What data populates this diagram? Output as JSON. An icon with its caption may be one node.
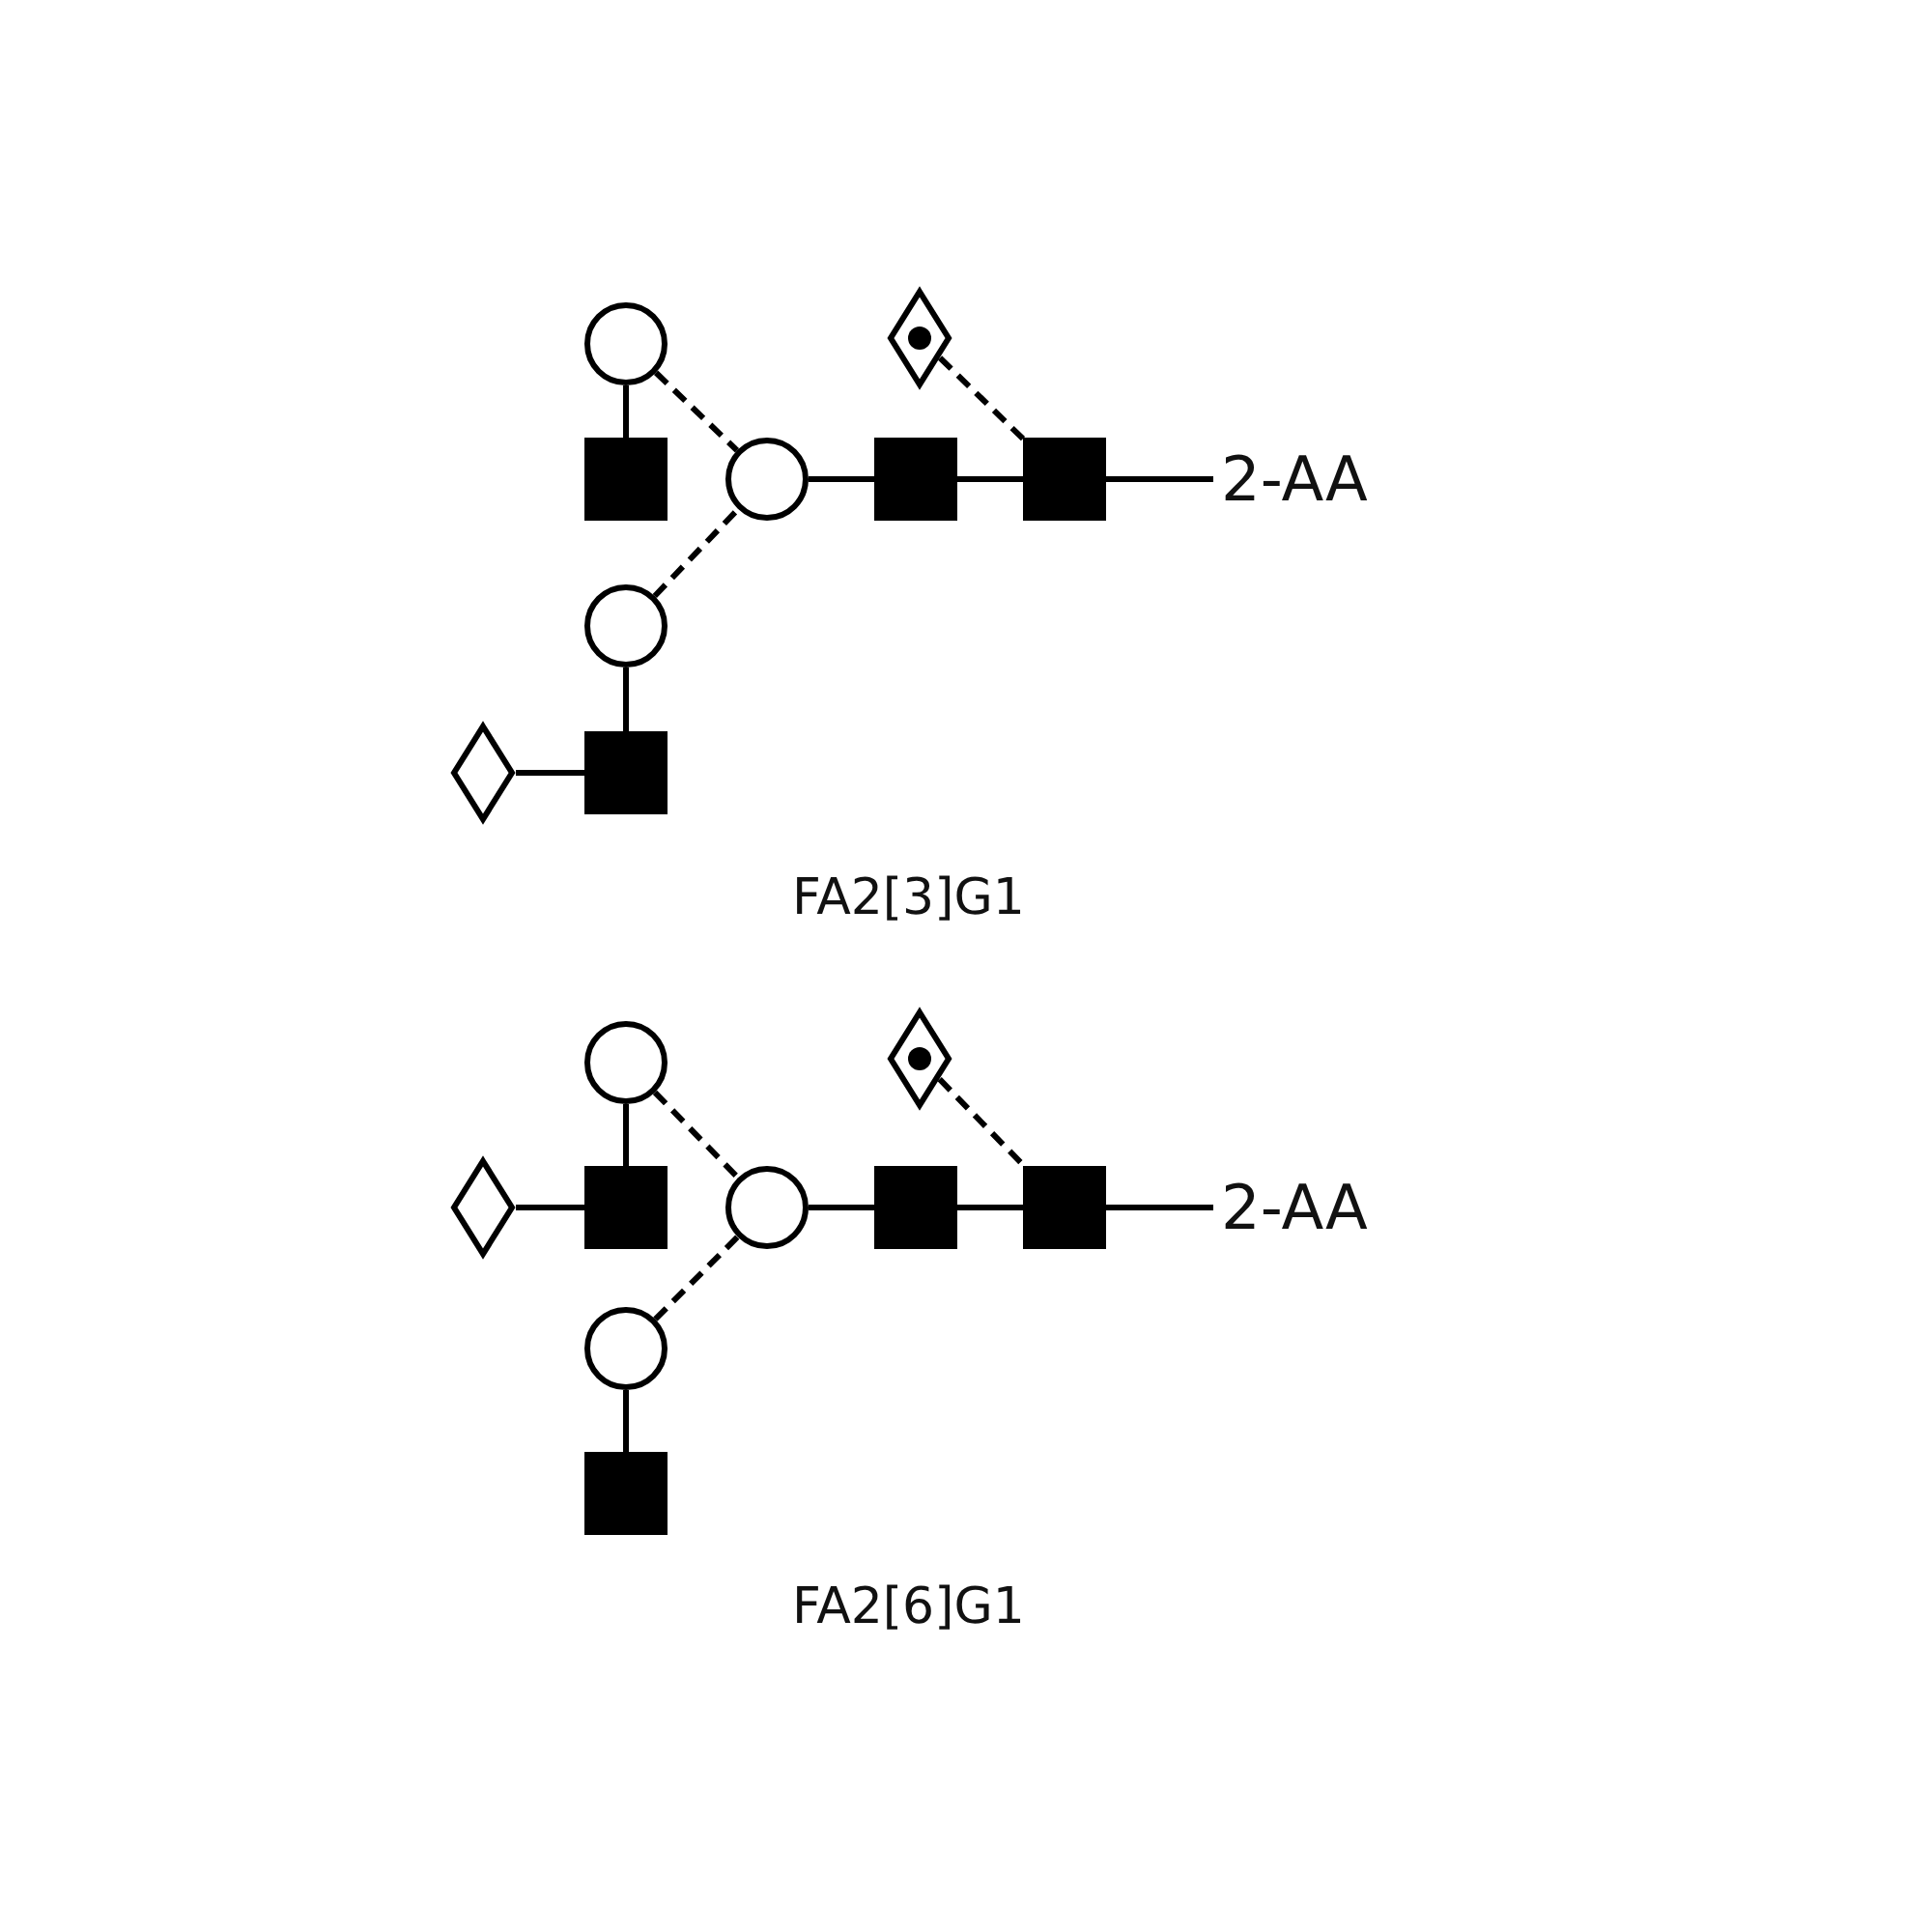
{
  "diagram": {
    "nodes": [
      {
        "text": [],
        "shape": "circle"
      },
      {
        "text": [],
        "shape": "diamond"
      },
      {
        "text": [],
        "shape": "box"
      },
      {
        "text": [],
        "shape": "circle"
      },
      {
        "text": [],
        "shape": "box"
      },
      {
        "text": [],
        "shape": "box"
      },
      {
        "text": [
          "2-AA"
        ]
      },
      {
        "text": [],
        "shape": "circle"
      },
      {
        "text": [],
        "shape": "diamond"
      },
      {
        "text": [],
        "shape": "box"
      },
      {
        "text": [],
        "shape": "circle"
      },
      {
        "text": [],
        "shape": "diamond"
      },
      {
        "text": [],
        "shape": "diamond"
      },
      {
        "text": [],
        "shape": "box"
      },
      {
        "text": [],
        "shape": "circle"
      },
      {
        "text": [],
        "shape": "box"
      },
      {
        "text": [],
        "shape": "box"
      },
      {
        "text": [
          "2-AA"
        ]
      },
      {
        "text": [],
        "shape": "circle"
      },
      {
        "text": [],
        "shape": "box"
      }
    ],
    "edges": [
      {
        "from": 0,
        "to": 2,
        "arrow": "none"
      },
      {
        "from": 0,
        "to": 3,
        "arrow": "none",
        "style": "dashed"
      },
      {
        "from": 1,
        "to": 5,
        "arrow": "none",
        "style": "dashed"
      },
      {
        "from": 3,
        "to": 4,
        "arrow": "none"
      },
      {
        "from": 4,
        "to": 5,
        "arrow": "none"
      },
      {
        "from": 5,
        "to": 6,
        "arrow": "none"
      },
      {
        "from": 7,
        "to": 3,
        "arrow": "none",
        "style": "dashed"
      },
      {
        "from": 7,
        "to": 9,
        "arrow": "none"
      },
      {
        "from": 8,
        "to": 9,
        "arrow": "none"
      },
      {
        "from": 10,
        "to": 13,
        "arrow": "none"
      },
      {
        "from": 10,
        "to": 14,
        "arrow": "none",
        "style": "dashed"
      },
      {
        "from": 11,
        "to": 16,
        "arrow": "none",
        "style": "dashed"
      },
      {
        "from": 12,
        "to": 13,
        "arrow": "none"
      },
      {
        "from": 14,
        "to": 15,
        "arrow": "none"
      },
      {
        "from": 15,
        "to": 16,
        "arrow": "none"
      },
      {
        "from": 16,
        "to": 17,
        "arrow": "none"
      },
      {
        "from": 18,
        "to": 14,
        "arrow": "none",
        "style": "dashed"
      },
      {
        "from": 18,
        "to": 19,
        "arrow": "none"
      }
    ],
    "labels": [
      "FA2[3]G1",
      "FA2[6]G1"
    ]
  }
}
